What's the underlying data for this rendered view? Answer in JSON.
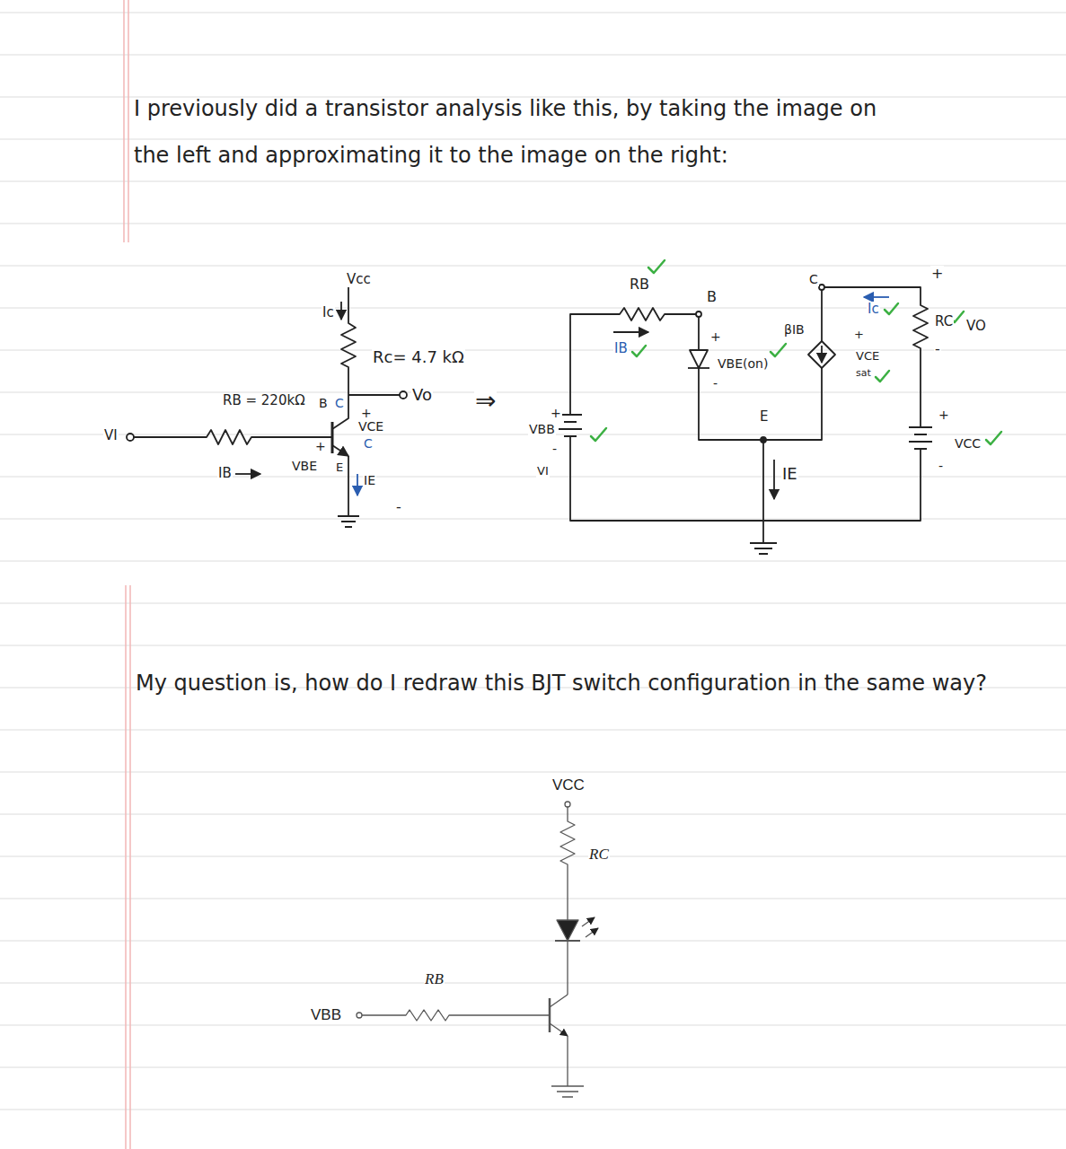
{
  "diagram": {
    "labels": [
      "I previously did a transistor analysis like this, by taking the image on the left and approximating it to the image on the right:",
      "Vcc",
      "Ic",
      "Rc= 4.7 kΩ",
      "Vo",
      "RB = 220kΩ",
      "B",
      "C",
      "+",
      "VCE",
      "C",
      "VI",
      "+",
      "VBE",
      "E",
      "IB",
      "IE",
      "-",
      "⇒",
      "RB",
      "IB",
      "B",
      "+",
      "VBE(on)",
      "-",
      "+",
      "VBB",
      "-",
      "VI",
      "E",
      "IE",
      "βIB",
      "C",
      "Ic",
      "+",
      "VCE",
      "sat",
      "+",
      "RC",
      "VO",
      "-",
      "+",
      "VCC",
      "-",
      "My question is, how do I redraw this BJT switch configuration in the same way?",
      "VCC",
      "RC",
      "RB",
      "VBB"
    ]
  }
}
